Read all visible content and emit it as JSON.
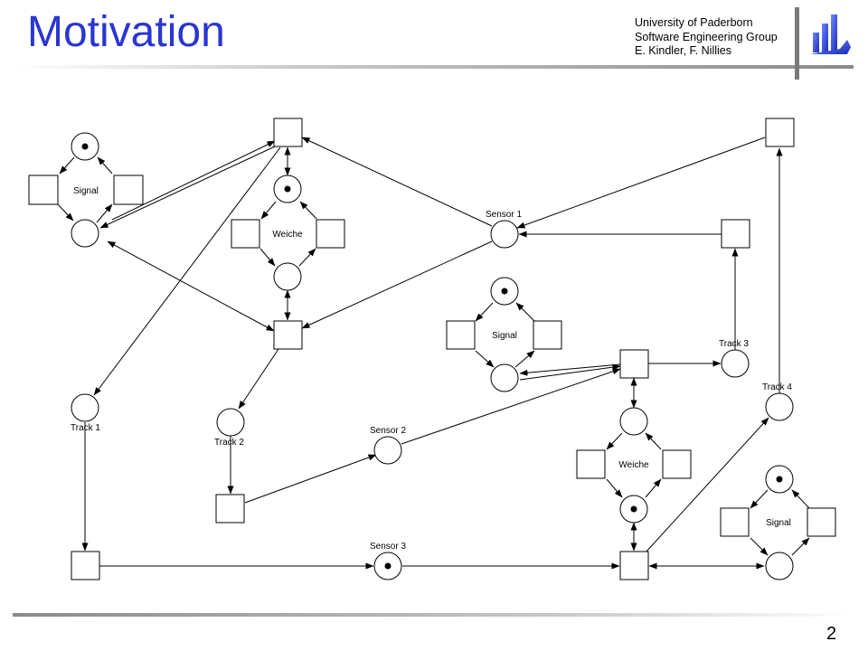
{
  "header": {
    "title": "Motivation",
    "affiliation": [
      "University of Paderborn",
      "Software Engineering Group",
      "E. Kindler, F. Nillies"
    ]
  },
  "footer": {
    "page_number": "2"
  },
  "labels": {
    "signal_1": "Signal",
    "weiche_1": "Weiche",
    "sensor_1": "Sensor 1",
    "signal_2": "Signal",
    "track_3": "Track 3",
    "track_4": "Track 4",
    "track_1": "Track 1",
    "track_2": "Track 2",
    "sensor_2": "Sensor 2",
    "weiche_2": "Weiche",
    "signal_3": "Signal",
    "sensor_3": "Sensor 3"
  }
}
